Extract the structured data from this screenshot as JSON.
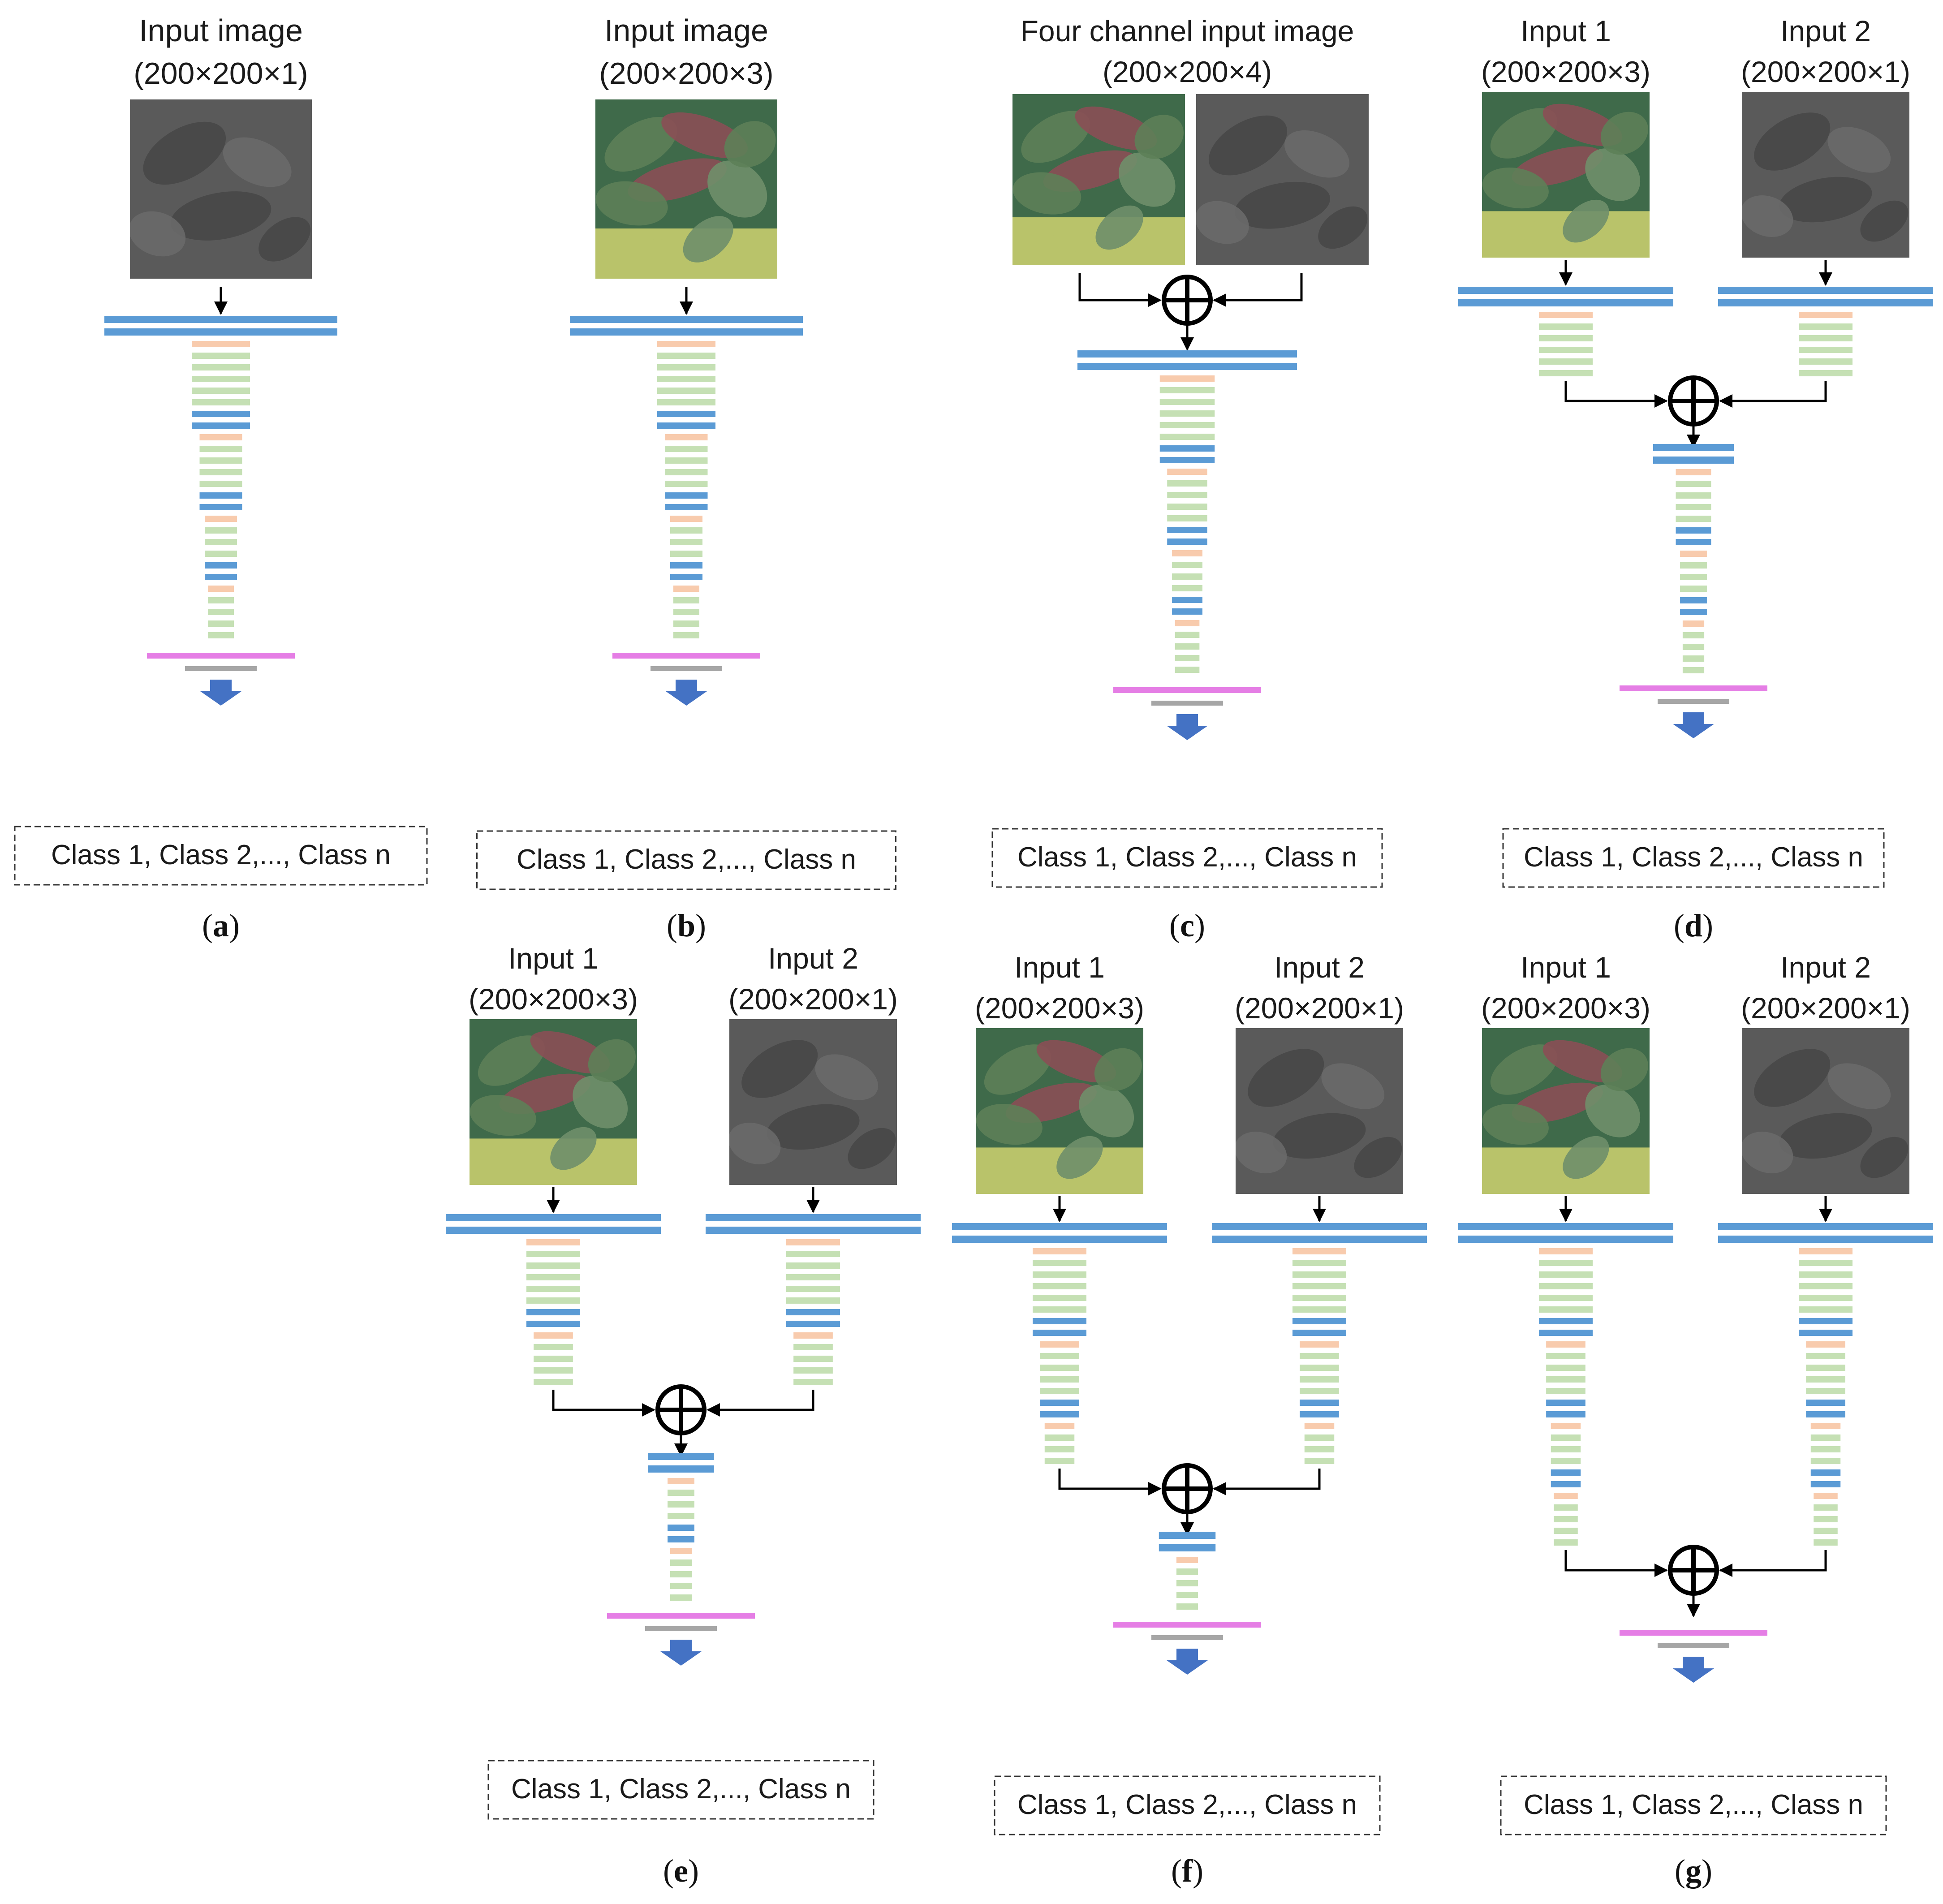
{
  "figure": {
    "output_text": "Class 1, Class 2,..., Class n",
    "colors": {
      "conv_layer": "#5b9bd5",
      "pool_layer": "#f8cbad",
      "block_layer": "#c5e0b4",
      "dense_layer": "#e57ee5",
      "dropout_layer": "#a6a6a6",
      "output_arrow": "#4472c4",
      "connector": "#000000"
    },
    "rgb_photo_colors": [
      "#3f6a4a",
      "#5d7f58",
      "#8a4f55",
      "#b9c36a",
      "#6f8f6a"
    ],
    "nir_photo_colors": [
      "#5a5a5a",
      "#474747",
      "#6b6b6b"
    ],
    "panels": [
      {
        "letter": "a",
        "fusion": "none",
        "inputs": [
          {
            "title": "Input image",
            "dims": "(200×200×1)",
            "image": "nir"
          }
        ]
      },
      {
        "letter": "b",
        "fusion": "none",
        "inputs": [
          {
            "title": "Input image",
            "dims": "(200×200×3)",
            "image": "rgb"
          }
        ]
      },
      {
        "letter": "c",
        "fusion": "input",
        "inputs": [
          {
            "title": "Four channel input image",
            "dims": "(200×200×4)",
            "image": "rgb+nir"
          }
        ]
      },
      {
        "letter": "d",
        "fusion": "after-block-1",
        "inputs": [
          {
            "title": "Input 1",
            "dims": "(200×200×3)",
            "image": "rgb"
          },
          {
            "title": "Input 2",
            "dims": "(200×200×1)",
            "image": "nir"
          }
        ]
      },
      {
        "letter": "e",
        "fusion": "after-block-2",
        "inputs": [
          {
            "title": "Input 1",
            "dims": "(200×200×3)",
            "image": "rgb"
          },
          {
            "title": "Input 2",
            "dims": "(200×200×1)",
            "image": "nir"
          }
        ]
      },
      {
        "letter": "f",
        "fusion": "after-block-3",
        "inputs": [
          {
            "title": "Input 1",
            "dims": "(200×200×3)",
            "image": "rgb"
          },
          {
            "title": "Input 2",
            "dims": "(200×200×1)",
            "image": "nir"
          }
        ]
      },
      {
        "letter": "g",
        "fusion": "after-block-4",
        "inputs": [
          {
            "title": "Input 1",
            "dims": "(200×200×3)",
            "image": "rgb"
          },
          {
            "title": "Input 2",
            "dims": "(200×200×1)",
            "image": "nir"
          }
        ]
      }
    ]
  }
}
